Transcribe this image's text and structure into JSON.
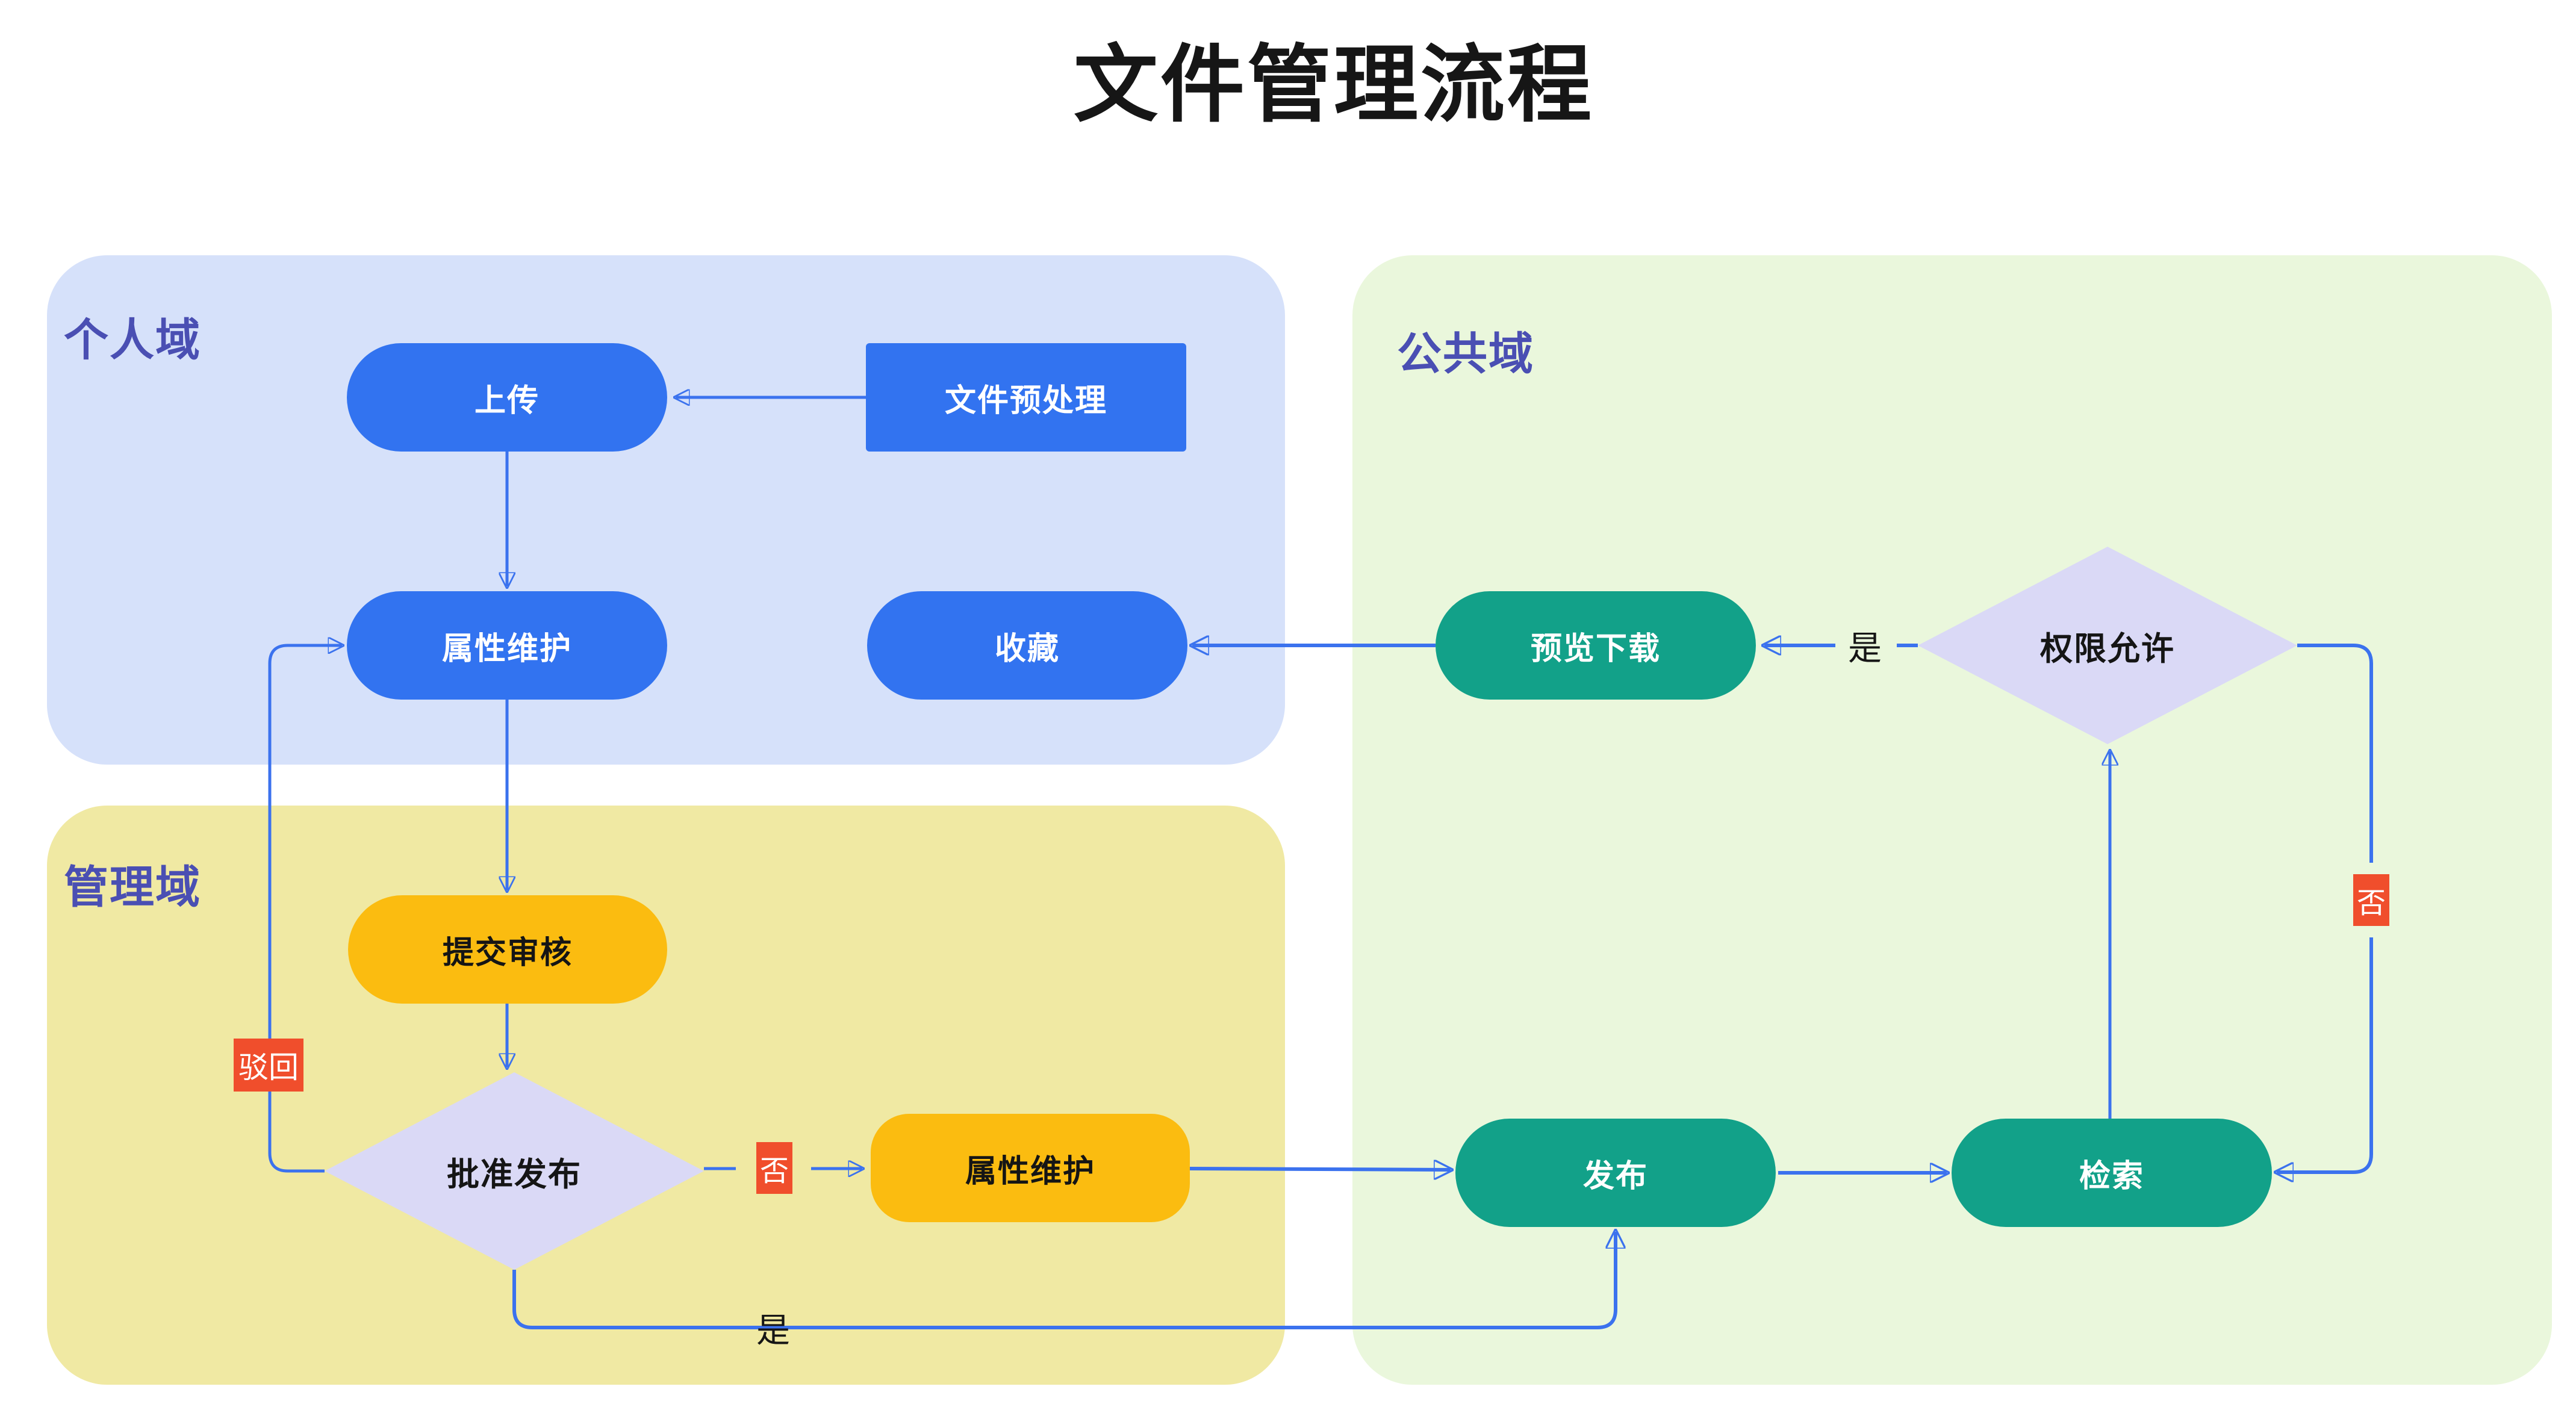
{
  "title": "文件管理流程",
  "zones": {
    "personal": {
      "label": "个人域"
    },
    "management": {
      "label": "管理域"
    },
    "public": {
      "label": "公共域"
    }
  },
  "nodes": {
    "upload": {
      "label": "上传"
    },
    "preprocess": {
      "label": "文件预处理"
    },
    "attr_maintain_personal": {
      "label": "属性维护"
    },
    "favorite": {
      "label": "收藏"
    },
    "preview_download": {
      "label": "预览下载"
    },
    "permission_allowed": {
      "label": "权限允许"
    },
    "submit_review": {
      "label": "提交审核"
    },
    "approve_publish": {
      "label": "批准发布"
    },
    "attr_maintain_admin": {
      "label": "属性维护"
    },
    "publish": {
      "label": "发布"
    },
    "retrieve": {
      "label": "检索"
    }
  },
  "edge_labels": {
    "yes_permission": "是",
    "yes_approve": "是",
    "no_approve": "否",
    "no_permission": "否",
    "reject": "驳回"
  },
  "colors": {
    "node_blue": "#3273F0",
    "node_teal": "#12A189",
    "node_yellow": "#FBBC10",
    "diamond": "#DAD9F6",
    "badge_red": "#F04E2C",
    "edge_line": "#3B72EE",
    "zone_personal": "#D6E1FA",
    "zone_management": "#F0E9A3",
    "zone_public": "#EAF7DC",
    "zone_label": "#4A4FB3",
    "title_text": "#161616"
  }
}
